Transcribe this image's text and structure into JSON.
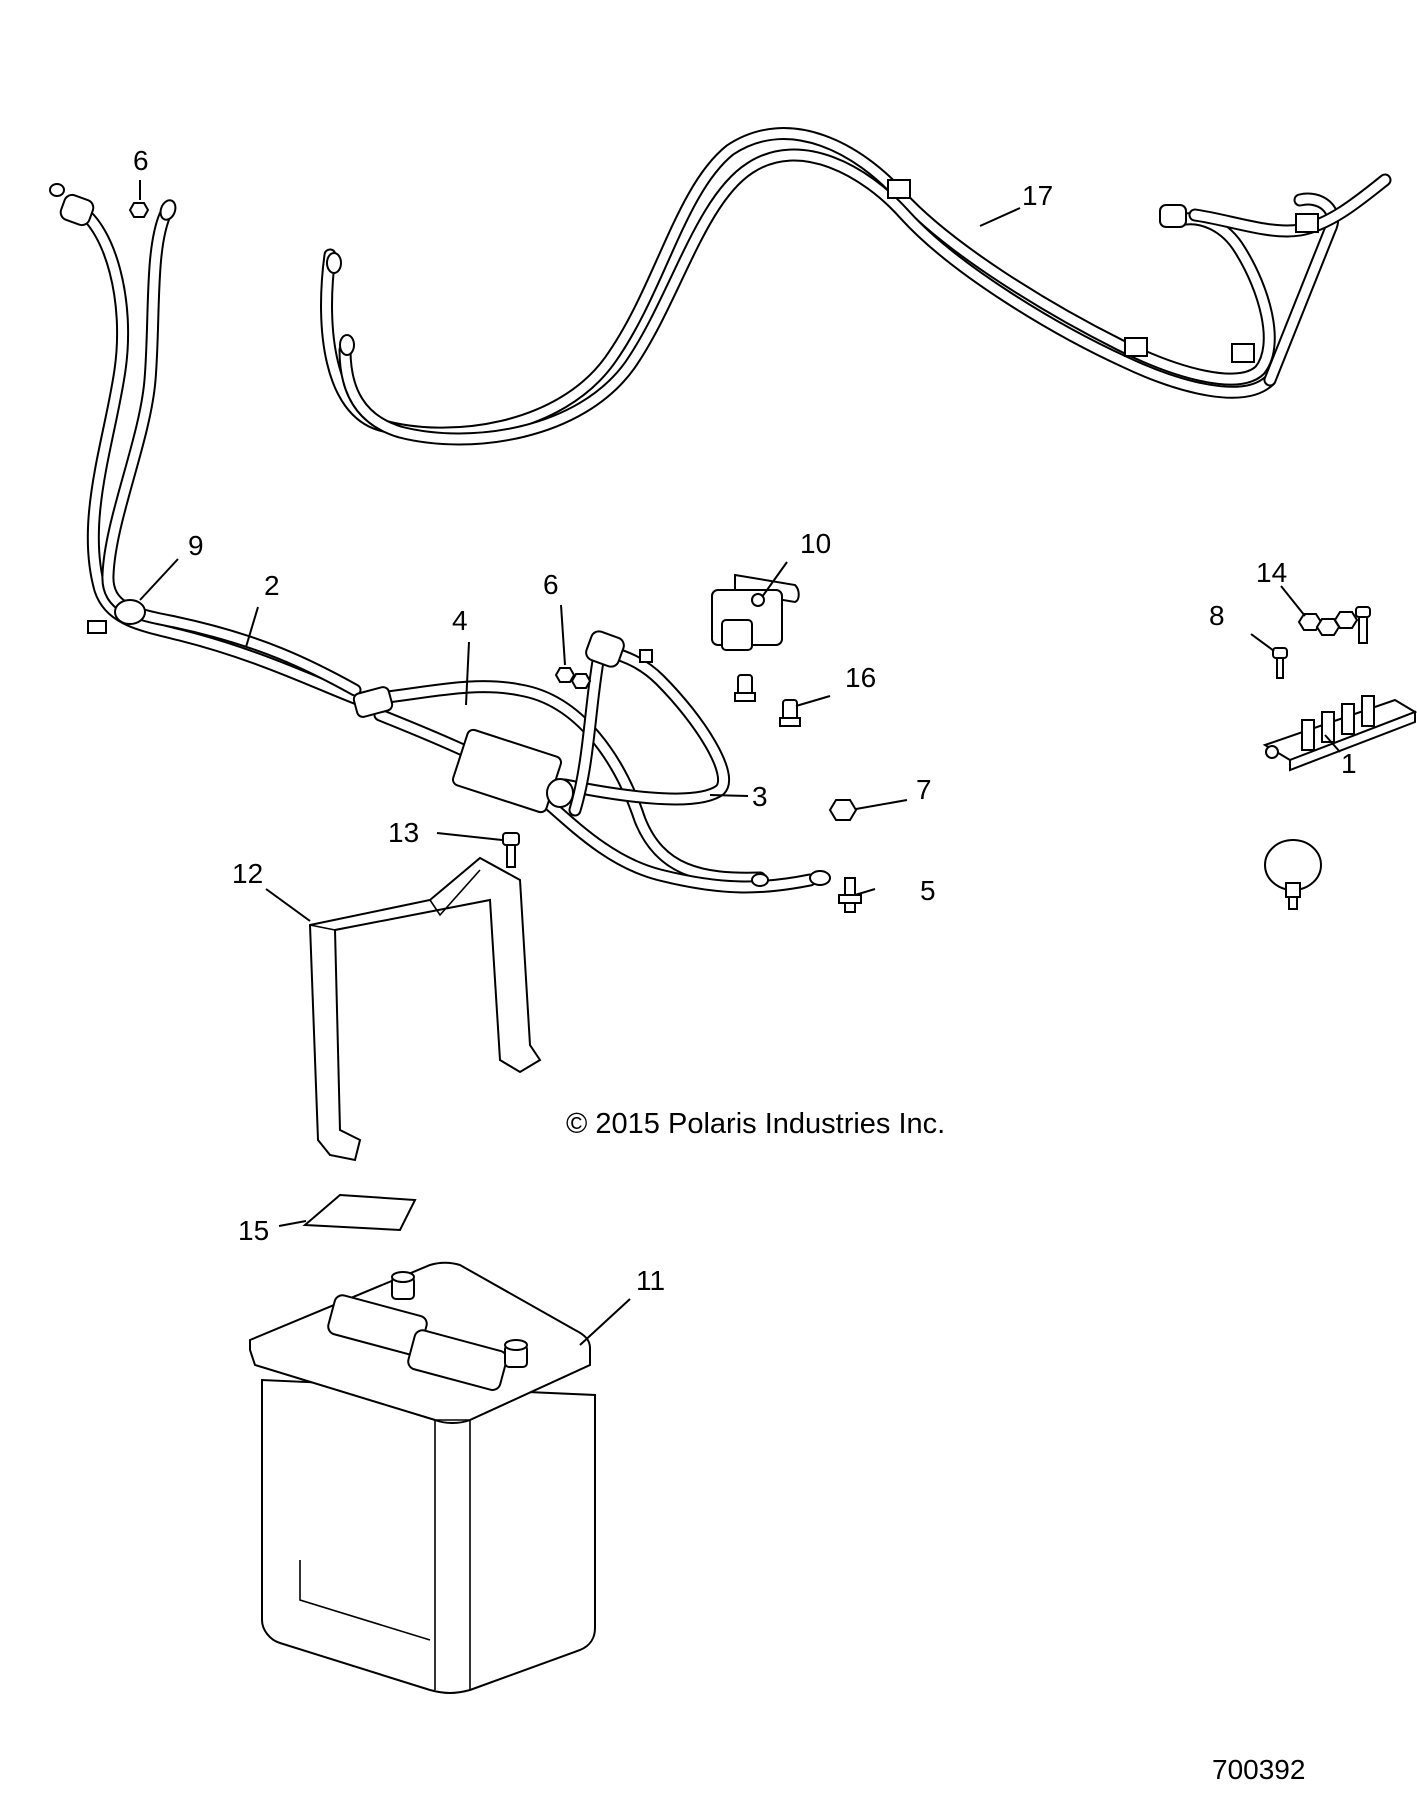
{
  "callouts": {
    "c1": "1",
    "c2": "2",
    "c3": "3",
    "c4": "4",
    "c5": "5",
    "c6a": "6",
    "c6b": "6",
    "c7": "7",
    "c8": "8",
    "c9": "9",
    "c10": "10",
    "c11": "11",
    "c12": "12",
    "c13": "13",
    "c14": "14",
    "c15": "15",
    "c16": "16",
    "c17": "17"
  },
  "copyright": "© 2015 Polaris Industries Inc.",
  "figure_number": "700392"
}
